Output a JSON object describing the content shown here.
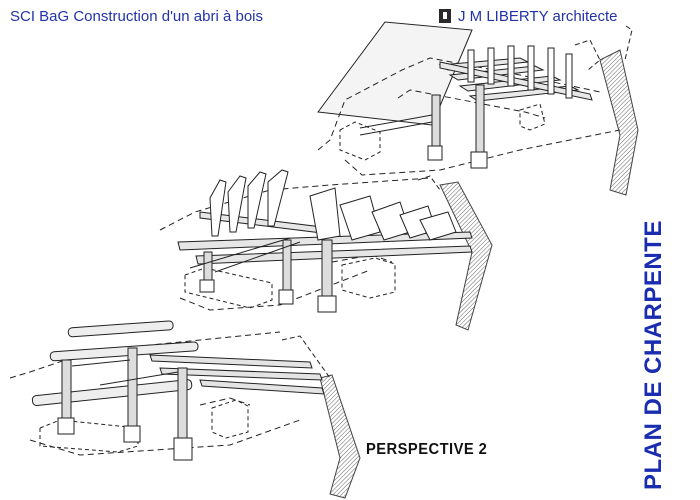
{
  "header": {
    "left_title": "SCI BaG Construction d'un abri à bois",
    "right_title": "J M LIBERTY architecte"
  },
  "drawing": {
    "view_label": "PERSPECTIVE 2",
    "side_title": "PLAN DE CHARPENTE"
  },
  "colors": {
    "header_text": "#2233aa",
    "side_title": "#1a2db0",
    "line": "#222222"
  },
  "icons": [
    "architect-logo-icon"
  ]
}
